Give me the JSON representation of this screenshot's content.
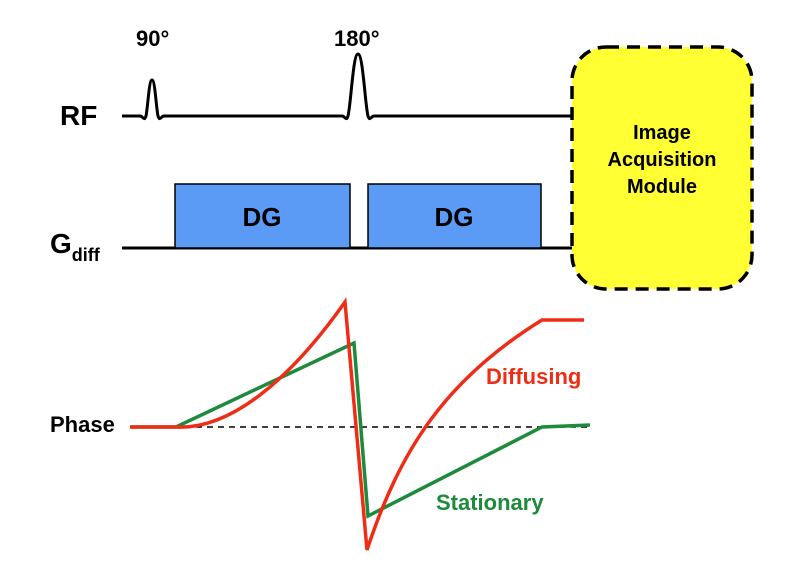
{
  "pulses": {
    "p90": "90°",
    "p180": "180°"
  },
  "rows": {
    "rf": "RF",
    "gdiff_main": "G",
    "gdiff_sub": "diff",
    "phase": "Phase"
  },
  "gradients": {
    "left": "DG",
    "right": "DG"
  },
  "module": {
    "line1": "Image",
    "line2": "Acquisition",
    "line3": "Module"
  },
  "curves": {
    "diffusing": "Diffusing",
    "stationary": "Stationary"
  },
  "colors": {
    "gradient_fill": "#5b9bf6",
    "module_fill": "#ffff33",
    "diffusing": "#ee2d16",
    "stationary": "#1e8a3c"
  }
}
